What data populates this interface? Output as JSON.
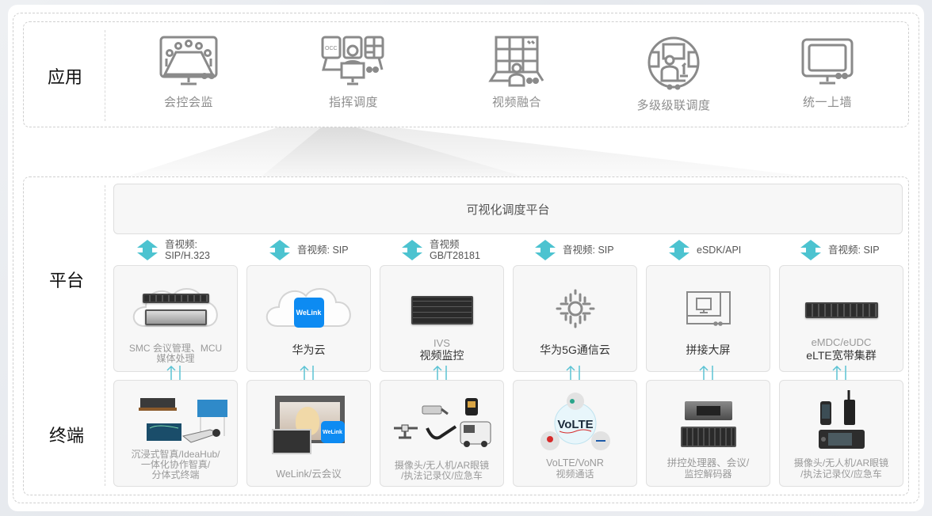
{
  "sections": {
    "app_label": "应用",
    "platform_label": "平台",
    "terminal_label": "终端"
  },
  "apps": [
    {
      "label": "会控会监",
      "icon": "conference-room-icon"
    },
    {
      "label": "指挥调度",
      "icon": "command-dispatch-icon",
      "badge": "OCC"
    },
    {
      "label": "视频融合",
      "icon": "video-wall-icon"
    },
    {
      "label": "多级级联调度",
      "icon": "cascade-dispatch-icon"
    },
    {
      "label": "统一上墙",
      "icon": "monitor-icon"
    }
  ],
  "platform_bar": {
    "label": "可视化调度平台"
  },
  "protocols": [
    {
      "line1": "音视频:",
      "line2": "SIP/H.323"
    },
    {
      "line1": "音视频: SIP",
      "line2": ""
    },
    {
      "line1": "音视频",
      "line2": "GB/T28181"
    },
    {
      "line1": "音视频: SIP",
      "line2": ""
    },
    {
      "line1": "eSDK/API",
      "line2": ""
    },
    {
      "line1": "音视频: SIP",
      "line2": ""
    }
  ],
  "platform_boxes": [
    {
      "sub": "SMC 会议管理、MCU",
      "main": "媒体处理",
      "style": "gray"
    },
    {
      "sub": "",
      "main": "华为云",
      "badge": "WeLink"
    },
    {
      "sub": "IVS",
      "main": "视频监控"
    },
    {
      "sub": "",
      "main": "华为5G通信云"
    },
    {
      "sub": "",
      "main": "拼接大屏"
    },
    {
      "sub": "eMDC/eUDC",
      "main": "eLTE宽带集群"
    }
  ],
  "terminal_boxes": [
    {
      "lines": [
        "沉浸式智真/IdeaHub/",
        "一体化协作智真/",
        "分体式终端"
      ]
    },
    {
      "lines": [
        "WeLink/云会议"
      ],
      "badge": "WeLink"
    },
    {
      "lines": [
        "摄像头/无人机/AR眼镜",
        "/执法记录仪/应急车"
      ]
    },
    {
      "lines": [
        "VoLTE/VoNR",
        "视频通话"
      ],
      "badge": "VoLTE"
    },
    {
      "lines": [
        "拼控处理器、会议/",
        "监控解码器"
      ]
    },
    {
      "lines": [
        "摄像头/无人机/AR眼镜",
        "/执法记录仪/应急车"
      ]
    }
  ],
  "colors": {
    "accent_teal": "#4cc3d0",
    "icon_gray": "#8a8a8a",
    "welink_blue": "#0d8bf2",
    "box_bg": "#f7f7f7"
  }
}
